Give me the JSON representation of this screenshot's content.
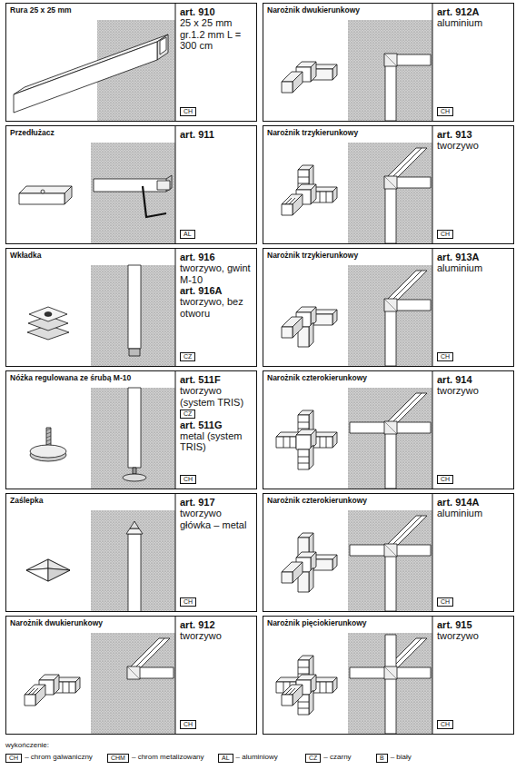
{
  "diagram": {
    "nodes": [
      {
        "text": [
          "Rura 25 x 25 mm",
          "art. 910",
          "25 x 25 mm gr.1.2 mm L = 300 cm"
        ]
      },
      {
        "text": [
          "CH"
        ],
        "in": 0
      },
      {
        "text": [
          "Narożnik dwukierunkowy",
          "art. 912A",
          "aluminium"
        ]
      },
      {
        "text": [
          "CH"
        ],
        "in": 2
      },
      {
        "text": [
          "Przedłużacz",
          "art. 911"
        ]
      },
      {
        "text": [
          "AL"
        ],
        "in": 4
      },
      {
        "text": [
          "Narożnik trzykierunkowy",
          "art. 913",
          "tworzywo"
        ]
      },
      {
        "text": [
          "CH"
        ],
        "in": 6
      },
      {
        "text": [
          "Wkładka",
          "art. 916",
          "tworzywo, gwint M-10",
          "art. 916A",
          "tworzywo, bez otworu"
        ]
      },
      {
        "text": [
          "CZ"
        ],
        "in": 8
      },
      {
        "text": [
          "Narożnik trzykierunkowy",
          "art. 913A",
          "aluminium"
        ]
      },
      {
        "text": [
          "CH"
        ],
        "in": 10
      },
      {
        "text": [
          "Nóżka regulowana ze śrubą M-10",
          "art. 511F",
          "tworzywo (system TRIS)",
          "art. 511G",
          "metal (system TRIS)"
        ]
      },
      {
        "text": [
          "CZ"
        ],
        "in": 12
      },
      {
        "text": [
          "CH"
        ],
        "in": 12
      },
      {
        "text": [
          "Narożnik czterokierunkowy",
          "art. 914",
          "tworzywo"
        ]
      },
      {
        "text": [
          "CH"
        ],
        "in": 15
      },
      {
        "text": [
          "Zaślepka",
          "art. 917",
          "tworzywo główka – metal"
        ]
      },
      {
        "text": [
          "CH"
        ],
        "in": 17
      },
      {
        "text": [
          "Narożnik czterokierunkowy",
          "art. 914A",
          "aluminium"
        ]
      },
      {
        "text": [
          "CH"
        ],
        "in": 19
      },
      {
        "text": [
          "Narożnik dwukierunkowy",
          "art. 912",
          "tworzywo"
        ]
      },
      {
        "text": [
          "CH"
        ],
        "in": 21
      },
      {
        "text": [
          "Narożnik pięciokierunkowy",
          "art. 915",
          "tworzywo"
        ]
      },
      {
        "text": [
          "CH"
        ],
        "in": 23
      }
    ],
    "labels": [
      "wykończenie:",
      "CH",
      "CHM",
      "AL",
      "CZ",
      "B"
    ],
    "legend": [
      {
        "text": "– chrom galwaniczny"
      },
      {
        "text": "– chrom metalizowany"
      },
      {
        "text": "– aluminiowy"
      },
      {
        "text": "– czarny"
      },
      {
        "text": "– biały"
      }
    ]
  }
}
